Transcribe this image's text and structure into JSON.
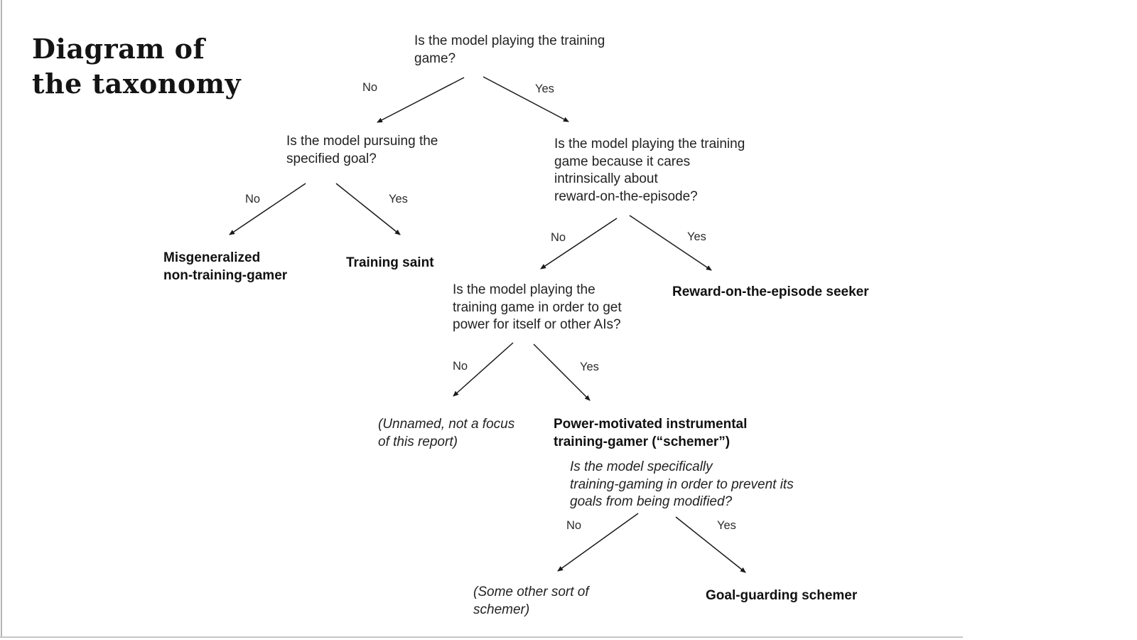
{
  "slide": {
    "background": "#ffffff",
    "border_color": "#b4b4b4",
    "text_color": "#222222",
    "arrow_color": "#1a1a1a"
  },
  "title": {
    "text": "Diagram of\nthe taxonomy"
  },
  "labels": {
    "no": "No",
    "yes": "Yes"
  },
  "tree": {
    "root": {
      "text": "Is the model playing the training\ngame?"
    },
    "pursuing_question": {
      "text": "Is the model pursuing the\nspecified goal?"
    },
    "intrinsic_question": {
      "text": "Is the model playing the training\ngame because it cares\nintrinsically about\nreward-on-the-episode?"
    },
    "misgeneralized": {
      "text": "Misgeneralized\nnon-training-gamer"
    },
    "training_saint": {
      "text": "Training saint"
    },
    "power_question": {
      "text": "Is the model playing the\ntraining game in order to get\npower for itself or other AIs?"
    },
    "reward_seeker": {
      "text": "Reward-on-the-episode seeker"
    },
    "unnamed": {
      "text": "(Unnamed, not a focus\nof this report)"
    },
    "schemer": {
      "text": "Power-motivated instrumental\ntraining-gamer (“schemer”)"
    },
    "goal_question": {
      "text": "Is the model specifically\ntraining-gaming in order to prevent its\ngoals from being modified?"
    },
    "other_schemer": {
      "text": "(Some other sort of\nschemer)"
    },
    "goal_guarding": {
      "text": "Goal-guarding schemer"
    }
  }
}
